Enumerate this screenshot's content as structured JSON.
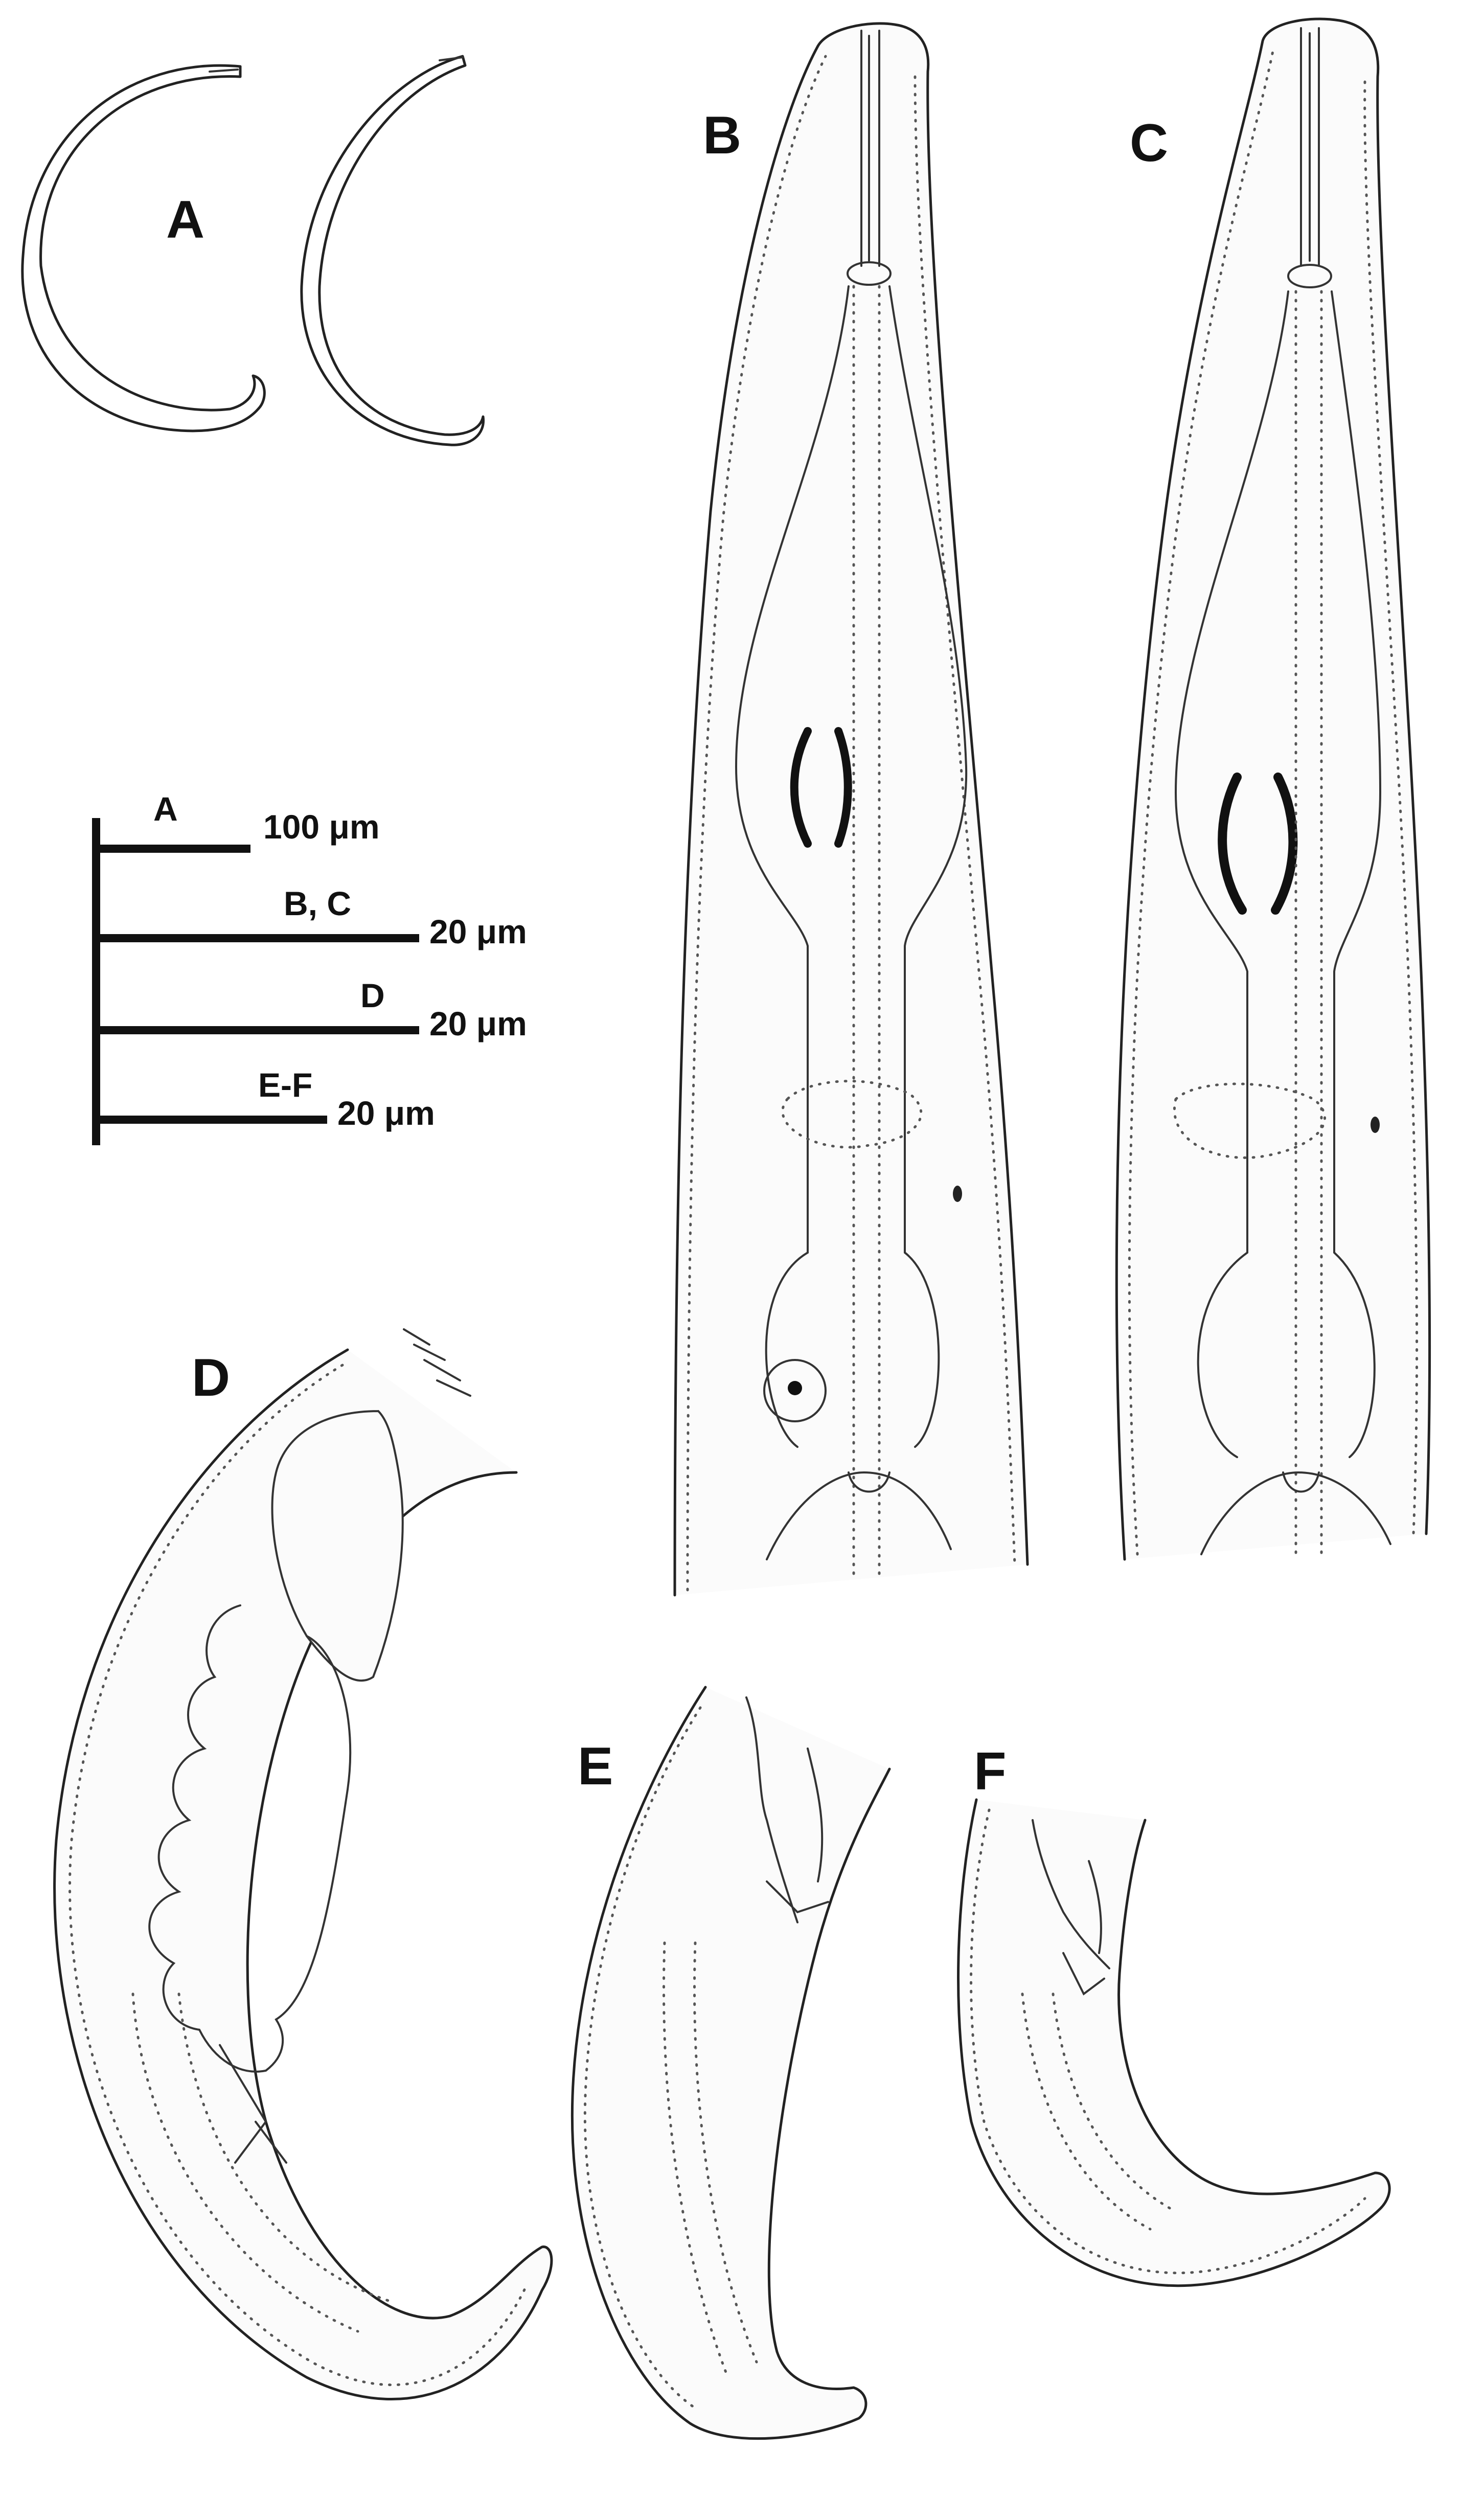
{
  "panels": {
    "a": "A",
    "b": "B",
    "c": "C",
    "d": "D",
    "e": "E",
    "f": "F"
  },
  "scale_bars": [
    {
      "label": "A",
      "value": "100 μm"
    },
    {
      "label": "B, C",
      "value": "20 μm"
    },
    {
      "label": "D",
      "value": "20 μm"
    },
    {
      "label": "E-F",
      "value": "20 μm"
    }
  ],
  "colors": {
    "ink": "#111111",
    "background": "#ffffff"
  }
}
